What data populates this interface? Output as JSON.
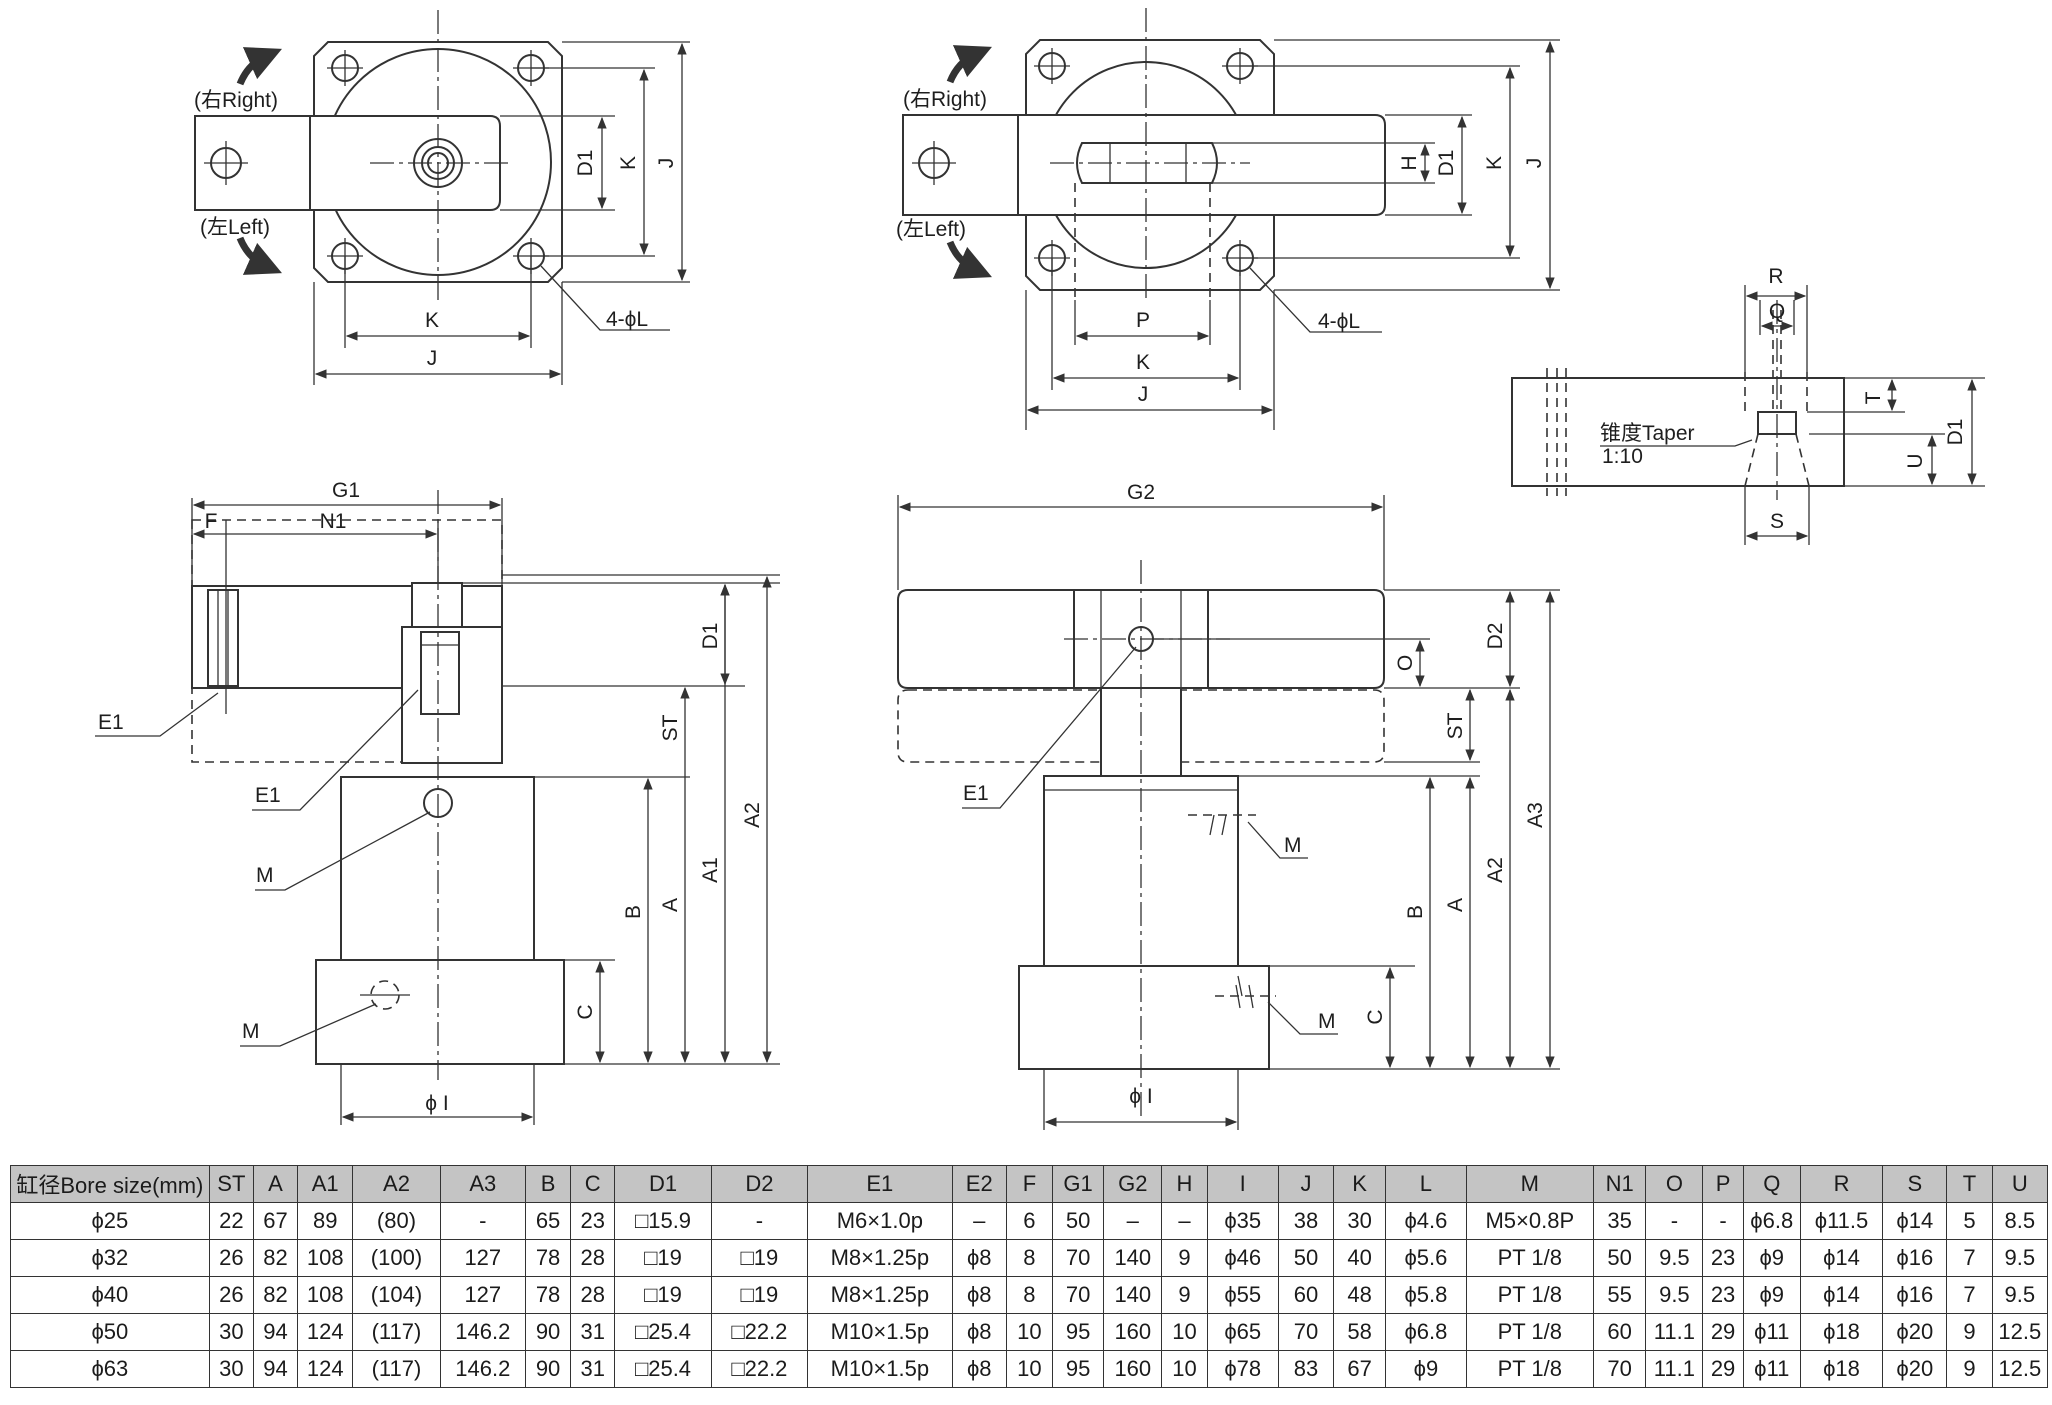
{
  "labels": {
    "right": "(右Right)",
    "left": "(左Left)",
    "four_l": "4-ϕL",
    "taper": "锥度Taper",
    "taper_ratio": "1:10",
    "phi_i": "ϕ I",
    "k": "K",
    "j": "J",
    "d1": "D1",
    "h": "H",
    "p": "P",
    "r": "R",
    "q": "Q",
    "t": "T",
    "u": "U",
    "s": "S",
    "g1": "G1",
    "g2": "G2",
    "f": "F",
    "n1": "N1",
    "e1": "E1",
    "m": "M",
    "st": "ST",
    "a": "A",
    "a1": "A1",
    "a2": "A2",
    "a3": "A3",
    "b": "B",
    "c": "C",
    "d2": "D2",
    "o": "O"
  },
  "table": {
    "headers": [
      "缸径Bore size(mm)",
      "ST",
      "A",
      "A1",
      "A2",
      "A3",
      "B",
      "C",
      "D1",
      "D2",
      "E1",
      "E2",
      "F",
      "G1",
      "G2",
      "H",
      "I",
      "J",
      "K",
      "L",
      "M",
      "N1",
      "O",
      "P",
      "Q",
      "R",
      "S",
      "T",
      "U"
    ],
    "rows": [
      [
        "ϕ25",
        "22",
        "67",
        "89",
        "(80)",
        "-",
        "65",
        "23",
        "□15.9",
        "-",
        "M6×1.0p",
        "–",
        "6",
        "50",
        "–",
        "–",
        "ϕ35",
        "38",
        "30",
        "ϕ4.6",
        "M5×0.8P",
        "35",
        "-",
        "-",
        "ϕ6.8",
        "ϕ11.5",
        "ϕ14",
        "5",
        "8.5"
      ],
      [
        "ϕ32",
        "26",
        "82",
        "108",
        "(100)",
        "127",
        "78",
        "28",
        "□19",
        "□19",
        "M8×1.25p",
        "ϕ8",
        "8",
        "70",
        "140",
        "9",
        "ϕ46",
        "50",
        "40",
        "ϕ5.6",
        "PT 1/8",
        "50",
        "9.5",
        "23",
        "ϕ9",
        "ϕ14",
        "ϕ16",
        "7",
        "9.5"
      ],
      [
        "ϕ40",
        "26",
        "82",
        "108",
        "(104)",
        "127",
        "78",
        "28",
        "□19",
        "□19",
        "M8×1.25p",
        "ϕ8",
        "8",
        "70",
        "140",
        "9",
        "ϕ55",
        "60",
        "48",
        "ϕ5.8",
        "PT 1/8",
        "55",
        "9.5",
        "23",
        "ϕ9",
        "ϕ14",
        "ϕ16",
        "7",
        "9.5"
      ],
      [
        "ϕ50",
        "30",
        "94",
        "124",
        "(117)",
        "146.2",
        "90",
        "31",
        "□25.4",
        "□22.2",
        "M10×1.5p",
        "ϕ8",
        "10",
        "95",
        "160",
        "10",
        "ϕ65",
        "70",
        "58",
        "ϕ6.8",
        "PT 1/8",
        "60",
        "11.1",
        "29",
        "ϕ11",
        "ϕ18",
        "ϕ20",
        "9",
        "12.5"
      ],
      [
        "ϕ63",
        "30",
        "94",
        "124",
        "(117)",
        "146.2",
        "90",
        "31",
        "□25.4",
        "□22.2",
        "M10×1.5p",
        "ϕ8",
        "10",
        "95",
        "160",
        "10",
        "ϕ78",
        "83",
        "67",
        "ϕ9",
        "PT 1/8",
        "70",
        "11.1",
        "29",
        "ϕ11",
        "ϕ18",
        "ϕ20",
        "9",
        "12.5"
      ]
    ]
  }
}
